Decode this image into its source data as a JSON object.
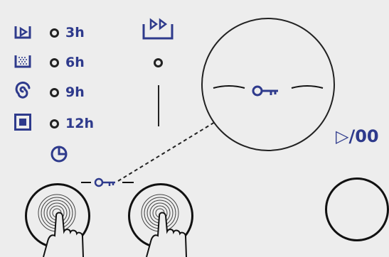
{
  "delay_options": [
    {
      "icon": "play-in-tray-icon",
      "label": "3h"
    },
    {
      "icon": "steam-dots-icon",
      "label": "6h"
    },
    {
      "icon": "spiral-icon",
      "label": "9h"
    },
    {
      "icon": "filled-square-icon",
      "label": "12h"
    }
  ],
  "start_pause_label": "▷/00",
  "colors": {
    "icon_blue": "#2e3a8c",
    "ring_dark": "#111111",
    "background": "#ededed"
  },
  "icons": {
    "timer": "pie-timer-icon",
    "rinse": "double-play-in-tray-icon",
    "lock": "key-icon"
  }
}
